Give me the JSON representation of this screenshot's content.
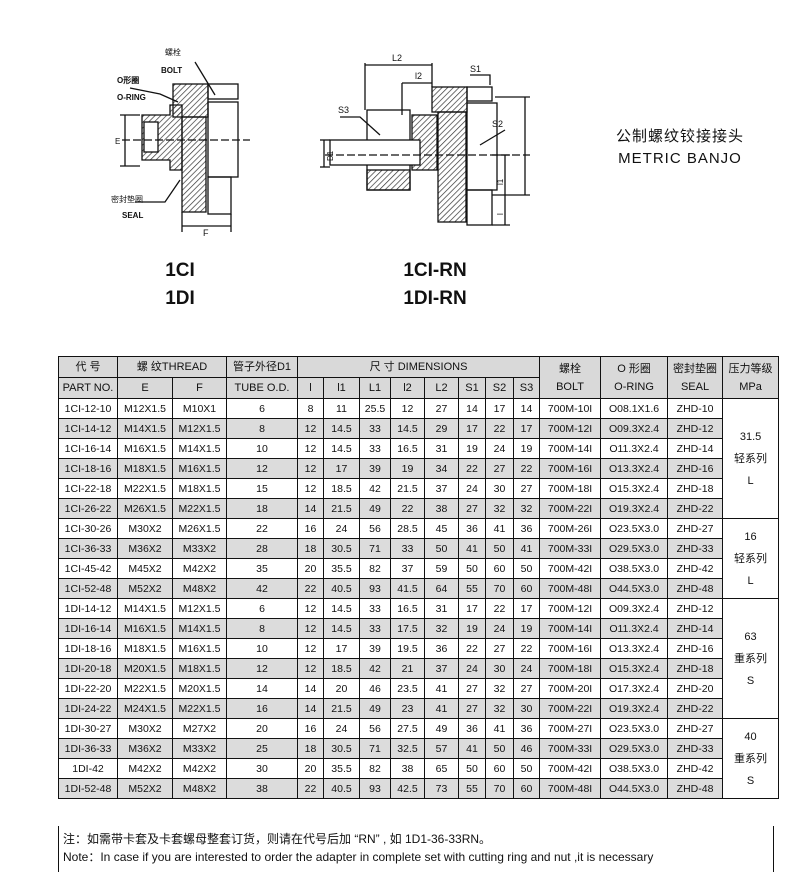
{
  "drawing_left": {
    "bolt_cn": "螺栓",
    "bolt": "BOLT",
    "oring_cn": "O形圈",
    "oring": "O-RING",
    "seal_cn": "密封垫圈",
    "seal": "SEAL",
    "dim_e": "E",
    "dim_f": "F"
  },
  "drawing_right": {
    "l2_upper": "L2",
    "l2_lower": "l2",
    "s1": "S1",
    "s2": "S2",
    "s3": "S3",
    "d1": "D1",
    "L1": "L1",
    "l1": "l1",
    "l": "l"
  },
  "titles": {
    "left_1": "1CI",
    "left_2": "1DI",
    "right_1": "1CI-RN",
    "right_2": "1DI-RN",
    "cn": "公制螺纹铰接接头",
    "en": "METRIC BANJO"
  },
  "table": {
    "header": {
      "part_cn": "代 号",
      "part": "PART NO.",
      "thread": "螺 纹THREAD",
      "e": "E",
      "f": "F",
      "tube_cn": "管子外径D1",
      "tube": "TUBE O.D.",
      "dims": "尺 寸 DIMENSIONS",
      "dim_cols": [
        "l",
        "l1",
        "L1",
        "l2",
        "L2",
        "S1",
        "S2",
        "S3"
      ],
      "bolt_cn": "螺栓",
      "bolt": "BOLT",
      "oring_cn": "O 形圈",
      "oring": "O-RING",
      "seal_cn": "密封垫圈",
      "seal": "SEAL",
      "mpa_cn": "压力等级",
      "mpa": "MPa"
    },
    "rows": [
      [
        "1CI-12-10",
        "M12X1.5",
        "M10X1",
        "6",
        "8",
        "11",
        "25.5",
        "12",
        "27",
        "14",
        "17",
        "14",
        "700M-10I",
        "O08.1X1.6",
        "ZHD-10"
      ],
      [
        "1CI-14-12",
        "M14X1.5",
        "M12X1.5",
        "8",
        "12",
        "14.5",
        "33",
        "14.5",
        "29",
        "17",
        "22",
        "17",
        "700M-12I",
        "O09.3X2.4",
        "ZHD-12"
      ],
      [
        "1CI-16-14",
        "M16X1.5",
        "M14X1.5",
        "10",
        "12",
        "14.5",
        "33",
        "16.5",
        "31",
        "19",
        "24",
        "19",
        "700M-14I",
        "O11.3X2.4",
        "ZHD-14"
      ],
      [
        "1CI-18-16",
        "M18X1.5",
        "M16X1.5",
        "12",
        "12",
        "17",
        "39",
        "19",
        "34",
        "22",
        "27",
        "22",
        "700M-16I",
        "O13.3X2.4",
        "ZHD-16"
      ],
      [
        "1CI-22-18",
        "M22X1.5",
        "M18X1.5",
        "15",
        "12",
        "18.5",
        "42",
        "21.5",
        "37",
        "24",
        "30",
        "27",
        "700M-18I",
        "O15.3X2.4",
        "ZHD-18"
      ],
      [
        "1CI-26-22",
        "M26X1.5",
        "M22X1.5",
        "18",
        "14",
        "21.5",
        "49",
        "22",
        "38",
        "27",
        "32",
        "32",
        "700M-22I",
        "O19.3X2.4",
        "ZHD-22"
      ],
      [
        "1CI-30-26",
        "M30X2",
        "M26X1.5",
        "22",
        "16",
        "24",
        "56",
        "28.5",
        "45",
        "36",
        "41",
        "36",
        "700M-26I",
        "O23.5X3.0",
        "ZHD-27"
      ],
      [
        "1CI-36-33",
        "M36X2",
        "M33X2",
        "28",
        "18",
        "30.5",
        "71",
        "33",
        "50",
        "41",
        "50",
        "41",
        "700M-33I",
        "O29.5X3.0",
        "ZHD-33"
      ],
      [
        "1CI-45-42",
        "M45X2",
        "M42X2",
        "35",
        "20",
        "35.5",
        "82",
        "37",
        "59",
        "50",
        "60",
        "50",
        "700M-42I",
        "O38.5X3.0",
        "ZHD-42"
      ],
      [
        "1CI-52-48",
        "M52X2",
        "M48X2",
        "42",
        "22",
        "40.5",
        "93",
        "41.5",
        "64",
        "55",
        "70",
        "60",
        "700M-48I",
        "O44.5X3.0",
        "ZHD-48"
      ],
      [
        "1DI-14-12",
        "M14X1.5",
        "M12X1.5",
        "6",
        "12",
        "14.5",
        "33",
        "16.5",
        "31",
        "17",
        "22",
        "17",
        "700M-12I",
        "O09.3X2.4",
        "ZHD-12"
      ],
      [
        "1DI-16-14",
        "M16X1.5",
        "M14X1.5",
        "8",
        "12",
        "14.5",
        "33",
        "17.5",
        "32",
        "19",
        "24",
        "19",
        "700M-14I",
        "O11.3X2.4",
        "ZHD-14"
      ],
      [
        "1DI-18-16",
        "M18X1.5",
        "M16X1.5",
        "10",
        "12",
        "17",
        "39",
        "19.5",
        "36",
        "22",
        "27",
        "22",
        "700M-16I",
        "O13.3X2.4",
        "ZHD-16"
      ],
      [
        "1DI-20-18",
        "M20X1.5",
        "M18X1.5",
        "12",
        "12",
        "18.5",
        "42",
        "21",
        "37",
        "24",
        "30",
        "24",
        "700M-18I",
        "O15.3X2.4",
        "ZHD-18"
      ],
      [
        "1DI-22-20",
        "M22X1.5",
        "M20X1.5",
        "14",
        "14",
        "20",
        "46",
        "23.5",
        "41",
        "27",
        "32",
        "27",
        "700M-20I",
        "O17.3X2.4",
        "ZHD-20"
      ],
      [
        "1DI-24-22",
        "M24X1.5",
        "M22X1.5",
        "16",
        "14",
        "21.5",
        "49",
        "23",
        "41",
        "27",
        "32",
        "30",
        "700M-22I",
        "O19.3X2.4",
        "ZHD-22"
      ],
      [
        "1DI-30-27",
        "M30X2",
        "M27X2",
        "20",
        "16",
        "24",
        "56",
        "27.5",
        "49",
        "36",
        "41",
        "36",
        "700M-27I",
        "O23.5X3.0",
        "ZHD-27"
      ],
      [
        "1DI-36-33",
        "M36X2",
        "M33X2",
        "25",
        "18",
        "30.5",
        "71",
        "32.5",
        "57",
        "41",
        "50",
        "46",
        "700M-33I",
        "O29.5X3.0",
        "ZHD-33"
      ],
      [
        "1DI-42",
        "M42X2",
        "M42X2",
        "30",
        "20",
        "35.5",
        "82",
        "38",
        "65",
        "50",
        "60",
        "50",
        "700M-42I",
        "O38.5X3.0",
        "ZHD-42"
      ],
      [
        "1DI-52-48",
        "M52X2",
        "M48X2",
        "38",
        "22",
        "40.5",
        "93",
        "42.5",
        "73",
        "55",
        "70",
        "60",
        "700M-48I",
        "O44.5X3.0",
        "ZHD-48"
      ]
    ],
    "pressure_groups": [
      {
        "rows": 6,
        "value": "31.5",
        "series_cn": "轻系列",
        "series": "L"
      },
      {
        "rows": 4,
        "value": "16",
        "series_cn": "轻系列",
        "series": "L"
      },
      {
        "rows": 6,
        "value": "63",
        "series_cn": "重系列",
        "series": "S"
      },
      {
        "rows": 4,
        "value": "40",
        "series_cn": "重系列",
        "series": "S"
      }
    ]
  },
  "note": {
    "cn": "注：如需带卡套及卡套螺母整套订货，则请在代号后加 “RN” , 如 1D1-36-33RN。",
    "en": "Note：In case if you are interested to order the adapter in complete set with cutting ring and nut ,it is necessary"
  }
}
